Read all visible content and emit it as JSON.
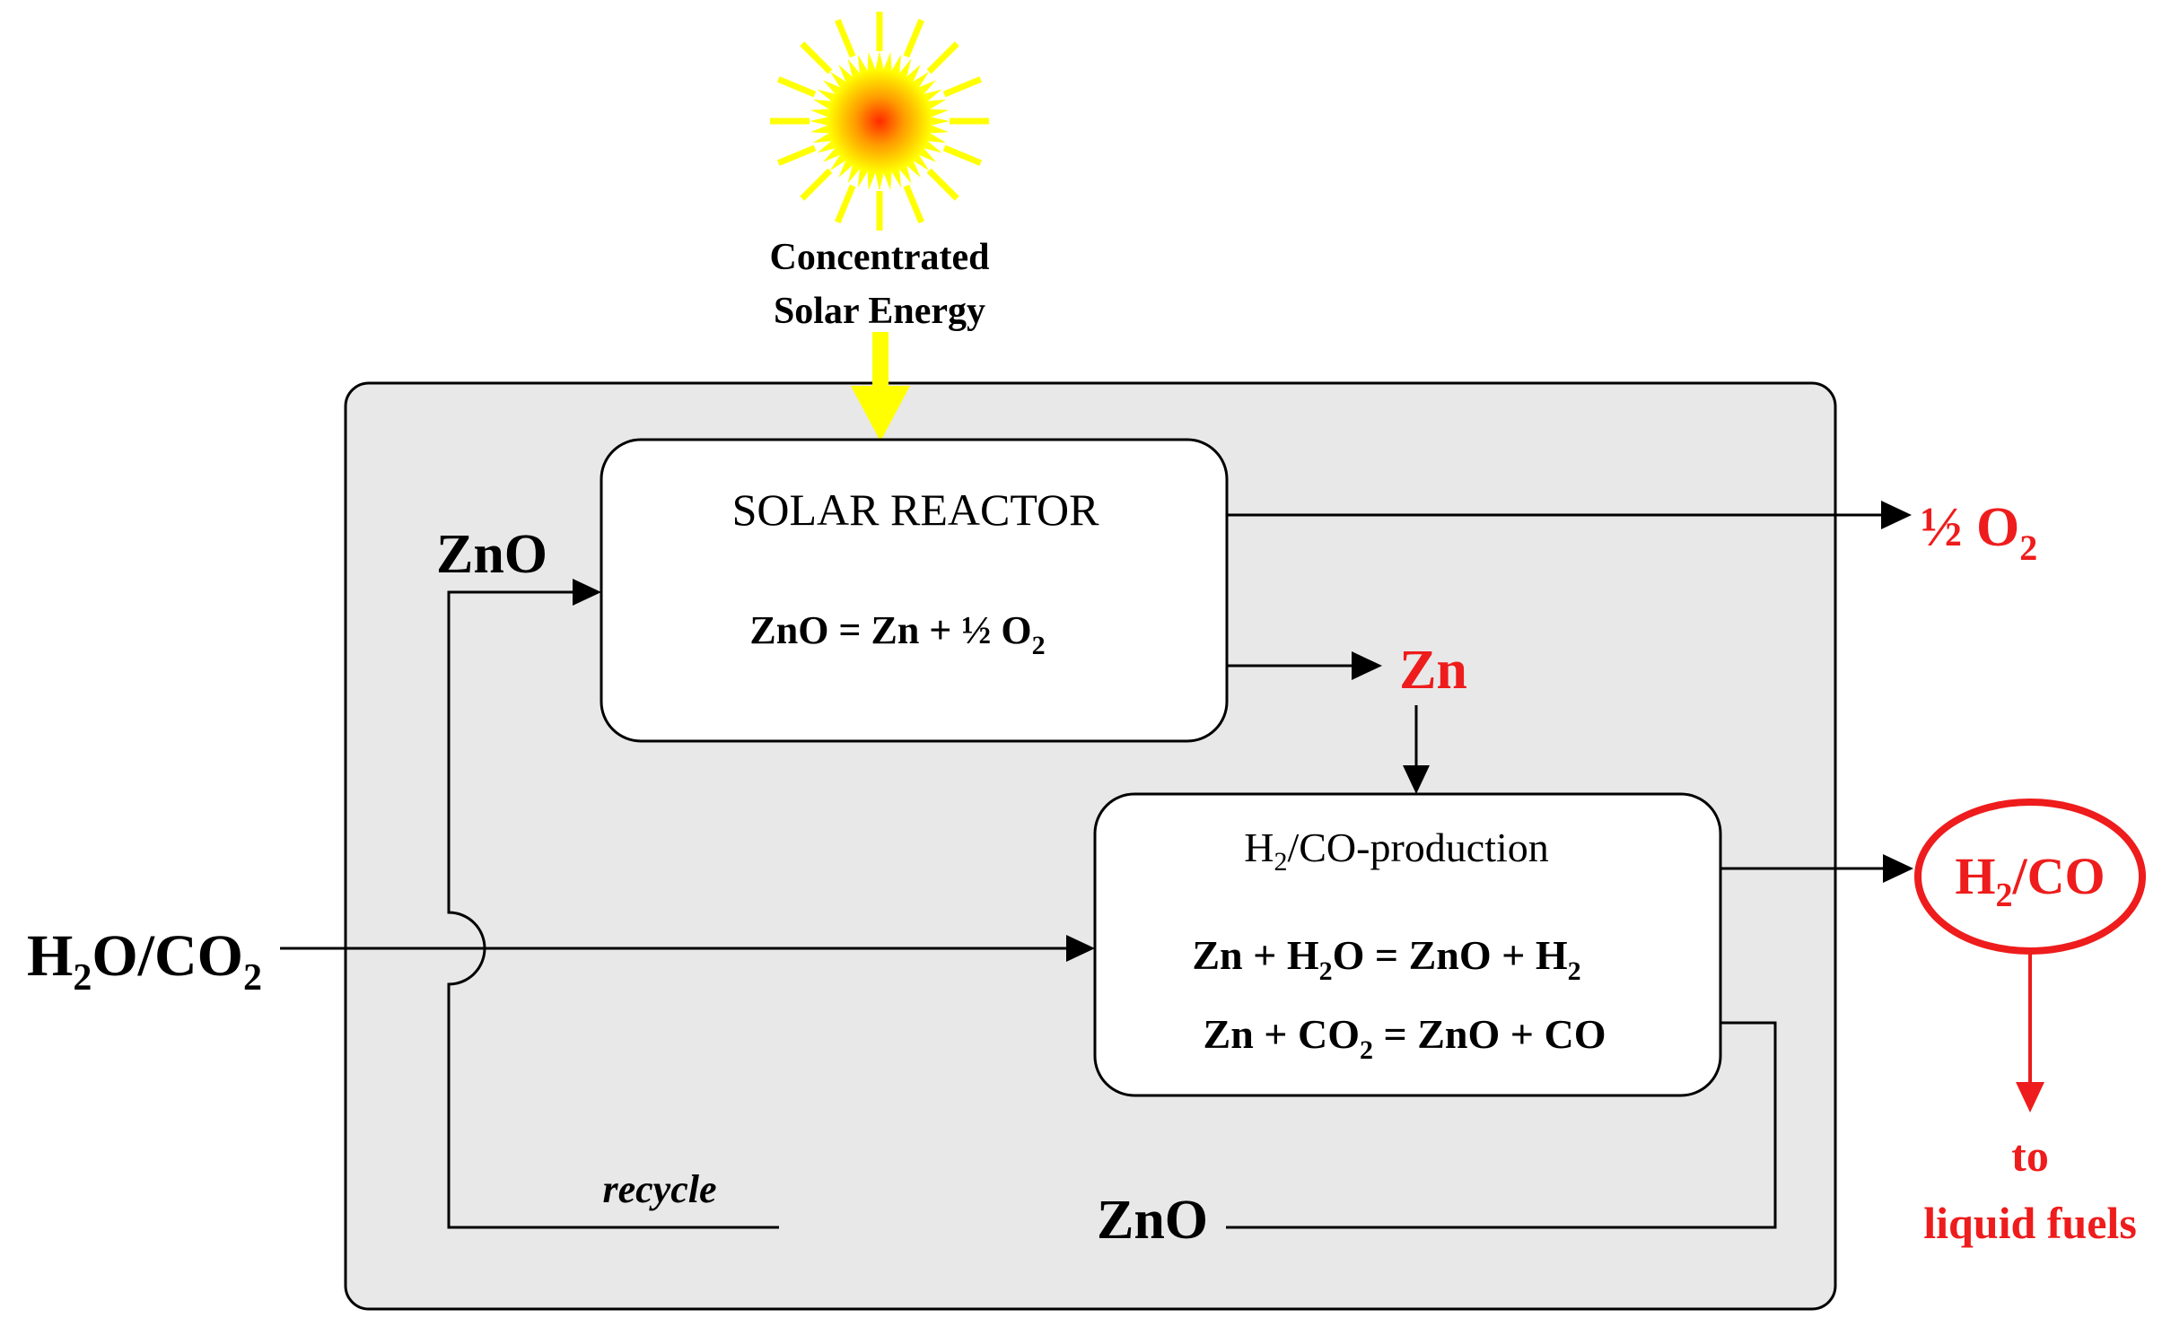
{
  "sun": {
    "label_line1": "Concentrated",
    "label_line2": "Solar Energy",
    "color": "#ffff00",
    "core_color": "#ff3300"
  },
  "solar_reactor": {
    "title": "SOLAR REACTOR",
    "equation": {
      "lhs": "ZnO = Zn + ½ O",
      "sub": "2"
    }
  },
  "production": {
    "title": {
      "a": "H",
      "sub": "2",
      "b": "/CO-production"
    },
    "eq1": {
      "a": "Zn + H",
      "sub1": "2",
      "b": "O = ZnO + H",
      "sub2": "2"
    },
    "eq2": {
      "a": "Zn + CO",
      "sub1": "2",
      "b": " = ZnO + CO"
    }
  },
  "inputs": {
    "zno_top": "ZnO",
    "feed": {
      "a": "H",
      "sub1": "2",
      "b": "O/CO",
      "sub2": "2"
    }
  },
  "outputs": {
    "oxygen": {
      "a": "½ O",
      "sub": "2"
    },
    "zinc": "Zn",
    "syngas": {
      "a": "H",
      "sub": "2",
      "b": "/CO"
    },
    "fuels_line1": "to",
    "fuels_line2": "liquid fuels"
  },
  "recycle": {
    "label": "recycle",
    "zno": "ZnO"
  },
  "colors": {
    "product": "#ee1c1c",
    "panel": "#e8e8e8",
    "line": "#000000"
  }
}
